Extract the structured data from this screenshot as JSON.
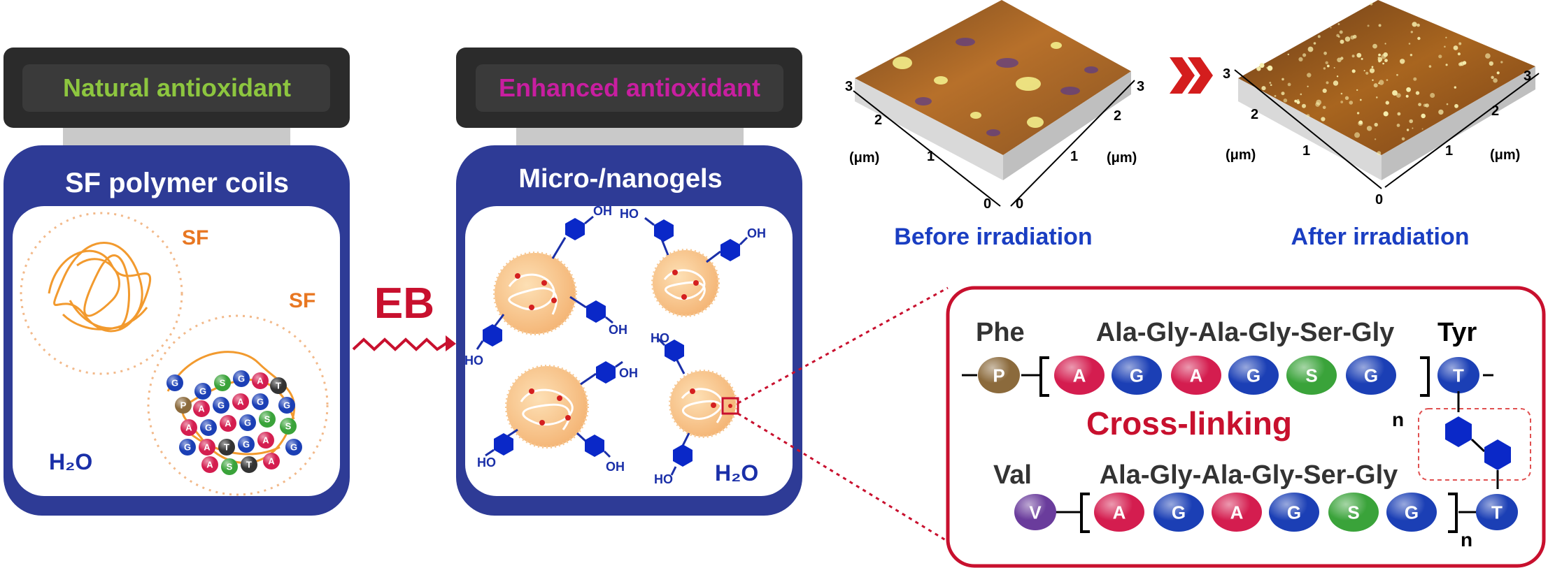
{
  "left_panel": {
    "label": "Natural antioxidant",
    "label_color": "#8dc63f",
    "title": "SF polymer coils",
    "sf_label_1": "SF",
    "sf_label_2": "SF",
    "water": "H₂O",
    "residue_beads": [
      {
        "letter": "G",
        "color": "#1b3fb5"
      },
      {
        "letter": "S",
        "color": "#3aa33a"
      },
      {
        "letter": "G",
        "color": "#1b3fb5"
      },
      {
        "letter": "A",
        "color": "#d41d4f"
      },
      {
        "letter": "T",
        "color": "#333333"
      },
      {
        "letter": "P",
        "color": "#8b6a3c"
      },
      {
        "letter": "A",
        "color": "#d41d4f"
      },
      {
        "letter": "G",
        "color": "#1b3fb5"
      },
      {
        "letter": "A",
        "color": "#d41d4f"
      },
      {
        "letter": "G",
        "color": "#1b3fb5"
      },
      {
        "letter": "A",
        "color": "#d41d4f"
      },
      {
        "letter": "G",
        "color": "#1b3fb5"
      },
      {
        "letter": "A",
        "color": "#d41d4f"
      },
      {
        "letter": "G",
        "color": "#1b3fb5"
      },
      {
        "letter": "S",
        "color": "#3aa33a"
      },
      {
        "letter": "G",
        "color": "#1b3fb5"
      },
      {
        "letter": "A",
        "color": "#d41d4f"
      },
      {
        "letter": "T",
        "color": "#333333"
      },
      {
        "letter": "G",
        "color": "#1b3fb5"
      },
      {
        "letter": "A",
        "color": "#d41d4f"
      },
      {
        "letter": "G",
        "color": "#1b3fb5"
      },
      {
        "letter": "S",
        "color": "#3aa33a"
      },
      {
        "letter": "T",
        "color": "#333333"
      },
      {
        "letter": "A",
        "color": "#d41d4f"
      },
      {
        "letter": "G",
        "color": "#1b3fb5"
      },
      {
        "letter": "A",
        "color": "#d41d4f"
      },
      {
        "letter": "S",
        "color": "#3aa33a"
      },
      {
        "letter": "G",
        "color": "#1b3fb5"
      }
    ]
  },
  "arrow_label": "EB",
  "middle_panel": {
    "label": "Enhanced antioxidant",
    "label_color": "#c81ea0",
    "title": "Micro-/nanogels",
    "water": "H₂O",
    "phenol_group": "OH",
    "phenol_group_reversed": "HO"
  },
  "afm": {
    "before": {
      "caption": "Before irradiation",
      "right_axis_ticks": [
        "3",
        "2",
        "1",
        "0"
      ],
      "left_axis_ticks": [
        "3",
        "2",
        "1",
        "0"
      ],
      "unit_left": "(μm)",
      "unit_right": "(μm)"
    },
    "after": {
      "caption": "After irradiation",
      "right_axis_ticks": [
        "3",
        "2",
        "1",
        "0"
      ],
      "left_axis_ticks": [
        "3",
        "2",
        "1"
      ],
      "unit_left": "(μm)",
      "unit_right": "(μm)"
    }
  },
  "detail": {
    "phe_label": "Phe",
    "tyr_label": "Tyr",
    "val_label": "Val",
    "sequence_top": "Ala-Gly-Ala-Gly-Ser-Gly",
    "sequence_bottom": "Ala-Gly-Ala-Gly-Ser-Gly",
    "cross_linking": "Cross-linking",
    "n_top": "n",
    "n_bottom": "n",
    "top_beads": [
      {
        "letter": "P",
        "color": "#8b6a3c"
      },
      {
        "letter": "A",
        "color": "#d41d4f"
      },
      {
        "letter": "G",
        "color": "#1b3fb5"
      },
      {
        "letter": "A",
        "color": "#d41d4f"
      },
      {
        "letter": "G",
        "color": "#1b3fb5"
      },
      {
        "letter": "S",
        "color": "#3aa33a"
      },
      {
        "letter": "G",
        "color": "#1b3fb5"
      },
      {
        "letter": "T",
        "color": "#1b3fb5"
      }
    ],
    "bottom_beads": [
      {
        "letter": "V",
        "color": "#6a3c9c"
      },
      {
        "letter": "A",
        "color": "#d41d4f"
      },
      {
        "letter": "G",
        "color": "#1b3fb5"
      },
      {
        "letter": "A",
        "color": "#d41d4f"
      },
      {
        "letter": "G",
        "color": "#1b3fb5"
      },
      {
        "letter": "S",
        "color": "#3aa33a"
      },
      {
        "letter": "G",
        "color": "#1b3fb5"
      },
      {
        "letter": "T",
        "color": "#1b3fb5"
      }
    ]
  },
  "colors": {
    "panel_blue": "#2e3b96",
    "accent_red": "#c8102e",
    "caption_blue": "#1a3ec2",
    "sf_orange": "#e87722"
  }
}
